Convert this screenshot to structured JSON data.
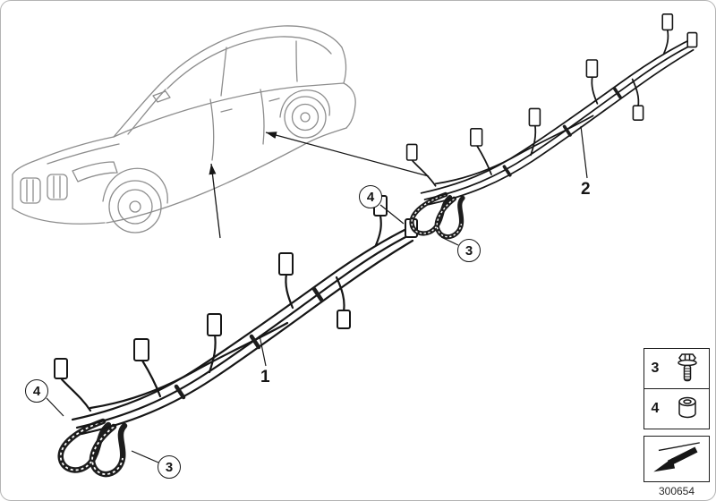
{
  "colors": {
    "ink": "#161616",
    "car_outline": "#8d8d8d",
    "frame_border": "#b4b4b4",
    "background": "#ffffff"
  },
  "callouts": {
    "harness_1": "1",
    "harness_2": "2",
    "screw": "3",
    "fastener": "4"
  },
  "legend": {
    "rows": [
      {
        "label": "3",
        "icon": "hex-bolt-icon"
      },
      {
        "label": "4",
        "icon": "blind-rivet-icon"
      }
    ]
  },
  "footer": {
    "part_number": "300654"
  }
}
